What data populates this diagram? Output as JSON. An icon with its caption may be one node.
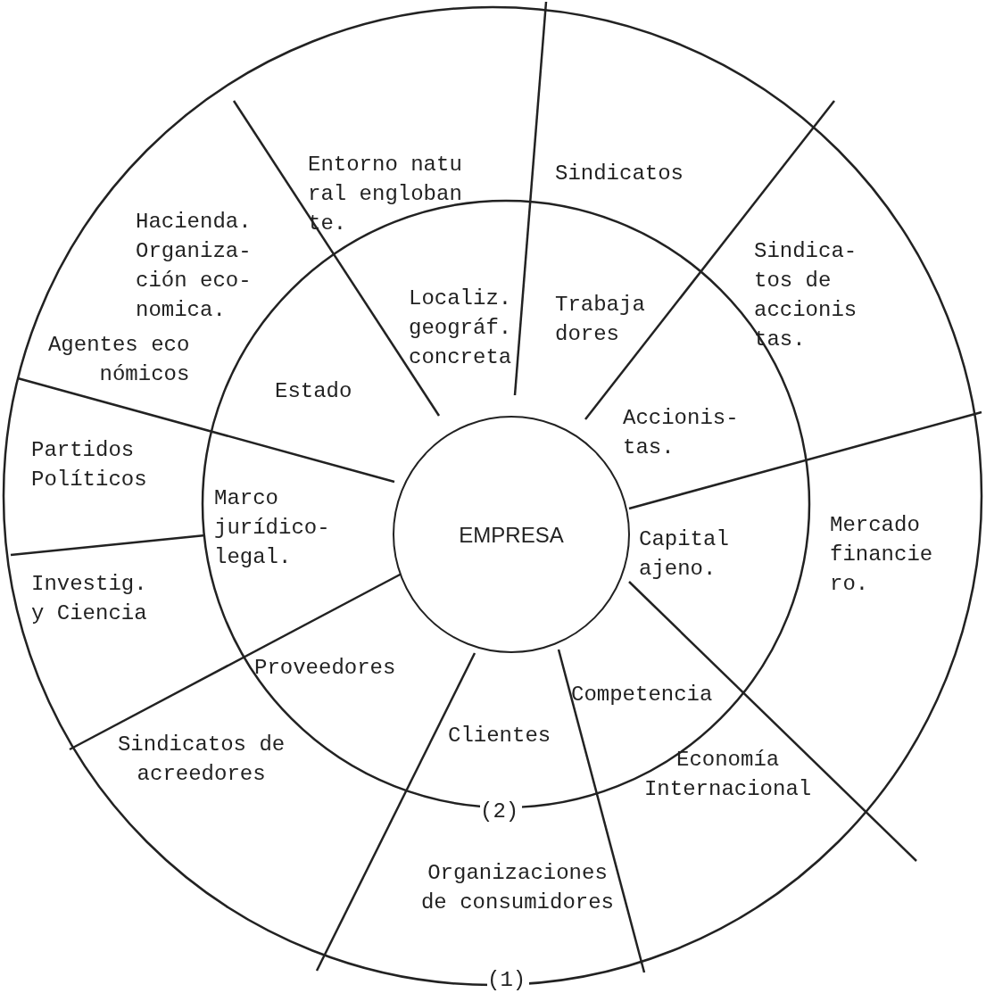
{
  "diagram": {
    "nodes": [
      {
        "text": [
          "EMPRESA"
        ]
      },
      {
        "text": [
          "Localiz. geográf. concreta"
        ]
      },
      {
        "text": [
          "Trabaja dores"
        ]
      },
      {
        "text": [
          "Accionis- tas."
        ]
      },
      {
        "text": [
          "Capital ajeno."
        ]
      },
      {
        "text": [
          "Competencia"
        ]
      },
      {
        "text": [
          "Clientes"
        ]
      },
      {
        "text": [
          "Proveedores"
        ]
      },
      {
        "text": [
          "Marco jurídico-legal."
        ]
      },
      {
        "text": [
          "Estado"
        ]
      },
      {
        "text": [
          "Entorno natu ral engloban te."
        ]
      },
      {
        "text": [
          "Sindicatos"
        ]
      },
      {
        "text": [
          "Sindica- tos de accionis tas."
        ]
      },
      {
        "text": [
          "Mercado financie ro."
        ]
      },
      {
        "text": [
          "Economía Internacional"
        ]
      },
      {
        "text": [
          "Organizaciones de consumidores"
        ]
      },
      {
        "text": [
          "Sindicatos de acreedores"
        ]
      },
      {
        "text": [
          "Investig. y Ciencia"
        ]
      },
      {
        "text": [
          "Partidos Políticos"
        ]
      },
      {
        "text": [
          "Hacienda. Organiza- ción eco- nomica.",
          "Agentes eco nómicos"
        ]
      }
    ],
    "labels": [
      "(2)",
      "(1)"
    ]
  }
}
